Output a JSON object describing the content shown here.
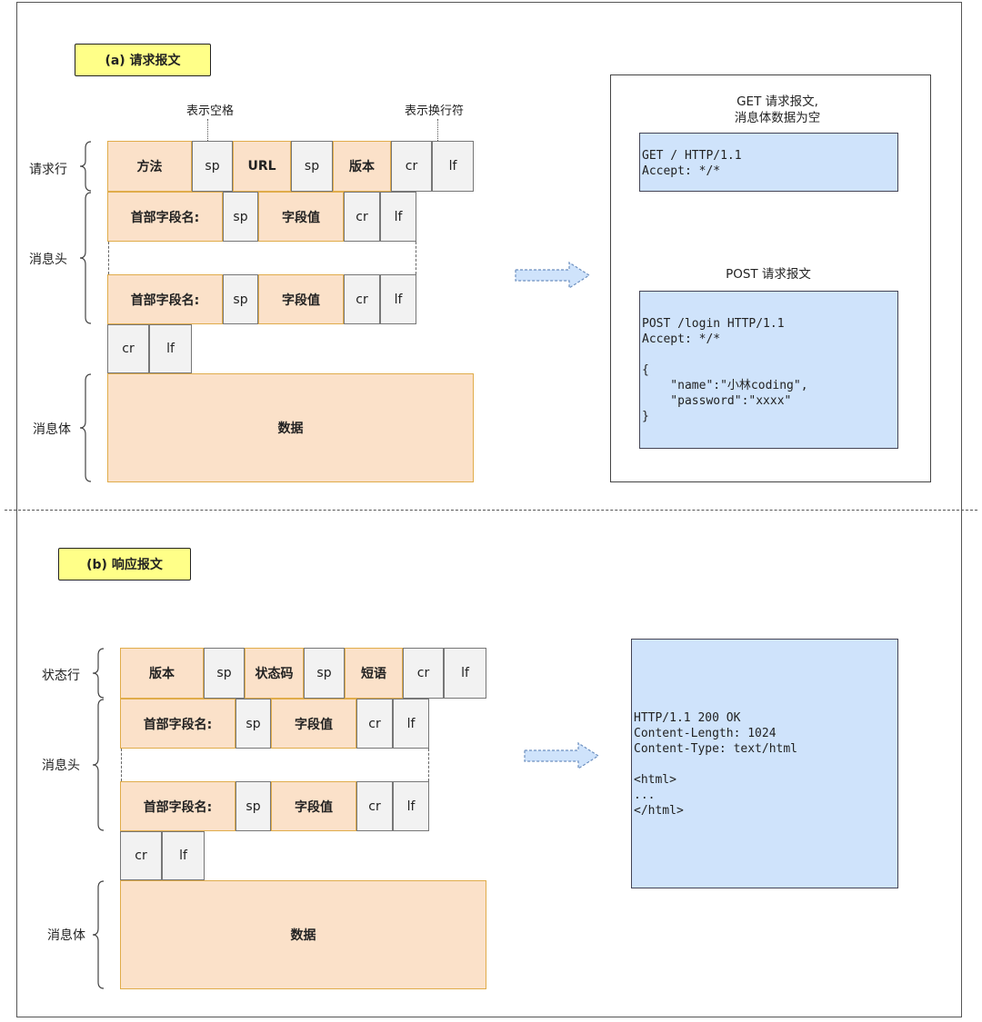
{
  "request": {
    "tag": "(a) 请求报文",
    "note_space": "表示空格",
    "note_newline": "表示换行符",
    "labels": {
      "line": "请求行",
      "header": "消息头",
      "body": "消息体"
    },
    "line_cells": [
      "方法",
      "sp",
      "URL",
      "sp",
      "版本",
      "cr",
      "lf"
    ],
    "header_cells": [
      "首部字段名:",
      "sp",
      "字段值",
      "cr",
      "lf"
    ],
    "crlf": [
      "cr",
      "lf"
    ],
    "body": "数据",
    "example": {
      "get_caption_1": "GET 请求报文,",
      "get_caption_2": "消息体数据为空",
      "get_code": "GET / HTTP/1.1\nAccept: */*",
      "post_caption": "POST 请求报文",
      "post_code": "POST /login HTTP/1.1\nAccept: */*\n\n{\n    \"name\":\"小林coding\",\n    \"password\":\"xxxx\"\n}"
    }
  },
  "response": {
    "tag": "(b) 响应报文",
    "labels": {
      "line": "状态行",
      "header": "消息头",
      "body": "消息体"
    },
    "line_cells": [
      "版本",
      "sp",
      "状态码",
      "sp",
      "短语",
      "cr",
      "lf"
    ],
    "header_cells": [
      "首部字段名:",
      "sp",
      "字段值",
      "cr",
      "lf"
    ],
    "crlf": [
      "cr",
      "lf"
    ],
    "body": "数据",
    "example": {
      "code": "HTTP/1.1 200 OK\nContent-Length: 1024\nContent-Type: text/html\n\n<html>\n...\n</html>"
    }
  },
  "colors": {
    "field": "#fbe1c9",
    "field_border": "#e0ac4a",
    "control": "#f2f2f2",
    "tag": "#ffff88",
    "code": "#cfe3fb"
  }
}
